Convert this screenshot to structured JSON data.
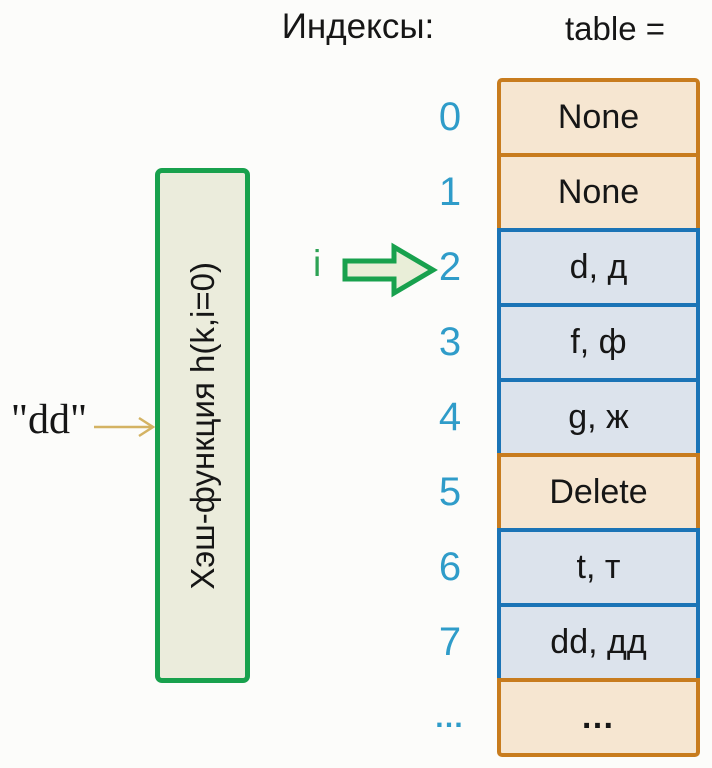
{
  "header": {
    "indices_label": "Индексы:",
    "table_label": "table ="
  },
  "hash_box": {
    "label": "Хэш-функция h(k,i=0)"
  },
  "input": {
    "label": "\"dd\""
  },
  "pointer": {
    "label": "i",
    "target_index": "2"
  },
  "table": {
    "rows": [
      {
        "index": "0",
        "value": "None",
        "state": "empty"
      },
      {
        "index": "1",
        "value": "None",
        "state": "empty"
      },
      {
        "index": "2",
        "value": "d, д",
        "state": "filled"
      },
      {
        "index": "3",
        "value": "f, ф",
        "state": "filled"
      },
      {
        "index": "4",
        "value": "g, ж",
        "state": "filled"
      },
      {
        "index": "5",
        "value": "Delete",
        "state": "empty"
      },
      {
        "index": "6",
        "value": "t, т",
        "state": "filled"
      },
      {
        "index": "7",
        "value": "dd, дд",
        "state": "filled"
      },
      {
        "index": "…",
        "value": "…",
        "state": "empty"
      }
    ]
  },
  "colors": {
    "background": "#fcfcfa",
    "text": "#161616",
    "empty-border": "#c87c1e",
    "empty-fill": "#f6e6d1",
    "filled-border": "#1b74b6",
    "filled-fill": "#dce3ec",
    "green": "#18a14d",
    "green-fill": "#ebecdc",
    "arrow-fill": "#e9eed8",
    "index-blue": "#2f9cc9",
    "i-green": "#2da254",
    "tan-arrow": "#d4b363"
  }
}
